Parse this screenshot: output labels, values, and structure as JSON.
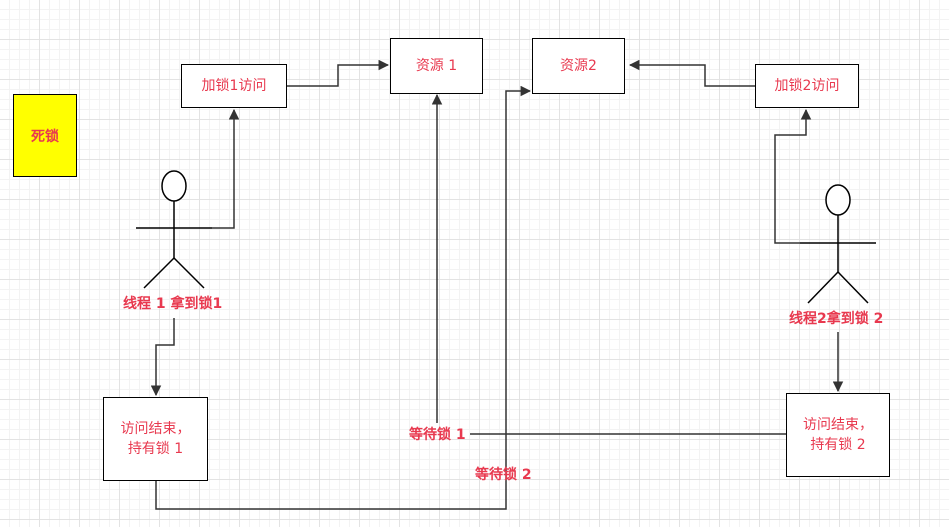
{
  "diagram": {
    "title": "死锁",
    "nodes": {
      "lock1_access": "加锁1访问",
      "resource1": "资源 1",
      "resource2": "资源2",
      "lock2_access": "加锁2访问",
      "done1": [
        "访问结束，",
        "持有锁 1"
      ],
      "done2": [
        "访问结束，",
        "持有锁 2"
      ]
    },
    "labels": {
      "thread1": "线程 1 拿到锁1",
      "thread2": "线程2拿到锁 2",
      "wait_lock1": "等待锁 1",
      "wait_lock2": "等待锁 2"
    }
  },
  "colors": {
    "text": "#e8394f",
    "deadlock_fill": "#ffff00",
    "stroke": "#000000"
  }
}
